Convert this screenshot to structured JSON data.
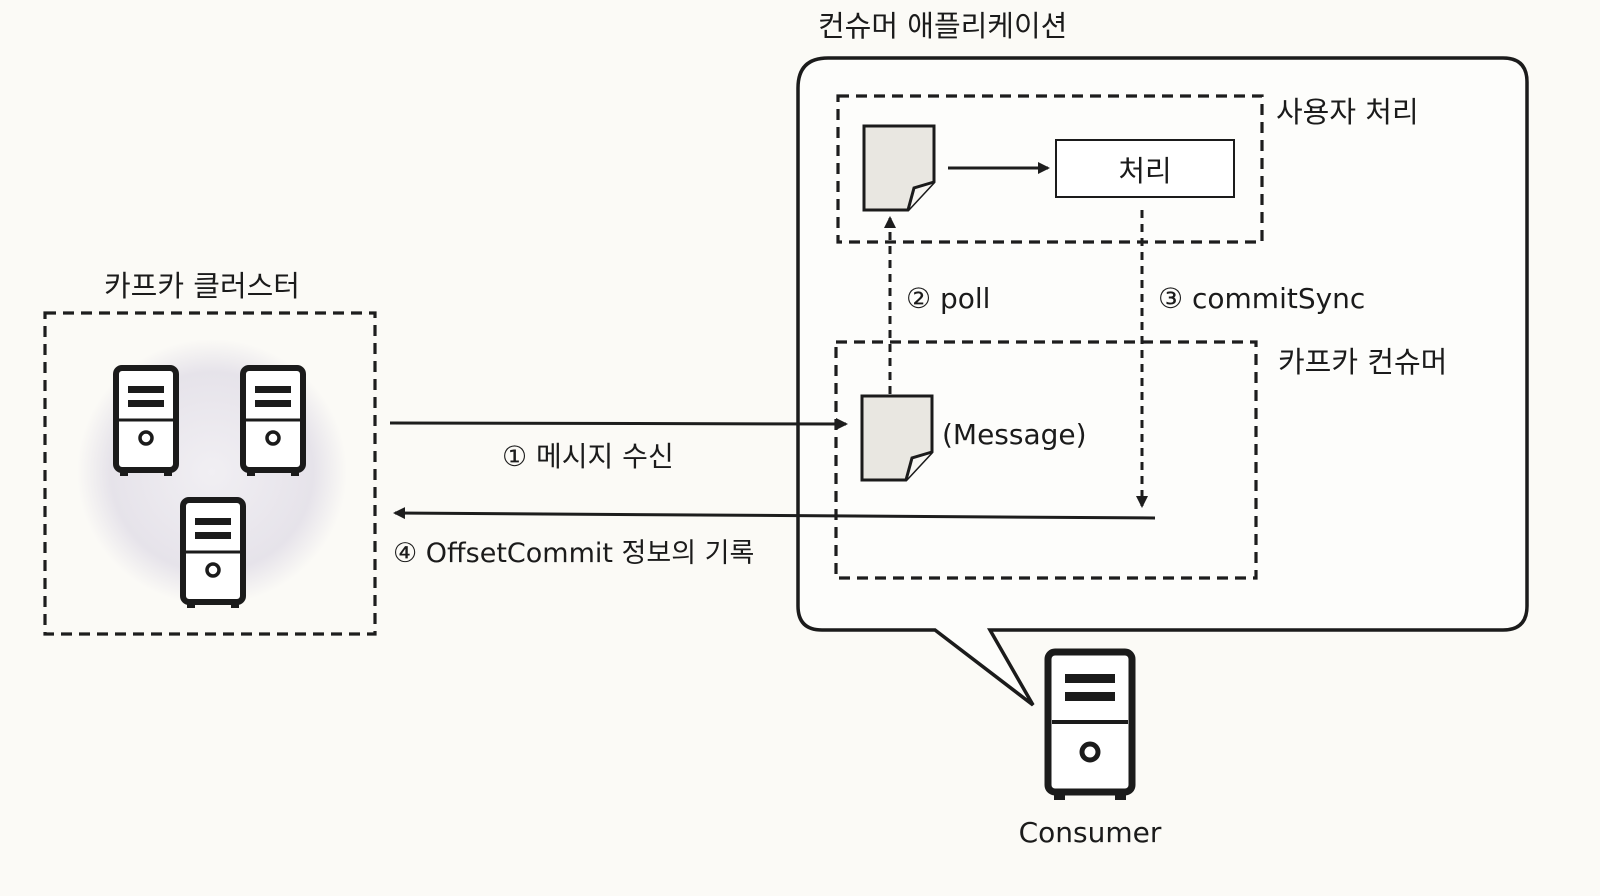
{
  "labels": {
    "consumer_app": "컨슈머 애플리케이션",
    "user_processing": "사용자 처리",
    "process_box": "처리",
    "poll": "② poll",
    "commit_sync": "③ commitSync",
    "kafka_consumer": "카프카 컨슈머",
    "message": "(Message)",
    "receive_message": "① 메시지 수신",
    "offset_commit": "④ OffsetCommit 정보의 기록",
    "kafka_cluster": "카프카 클러스터",
    "consumer_server": "Consumer"
  },
  "icons": {
    "server": "server-tower-icon",
    "document": "document-icon"
  },
  "colors": {
    "line": "#1d1d1d",
    "document_fill": "#e9e7e1",
    "cluster_glow": "#e4e2ea",
    "background": "#fbfaf6"
  }
}
